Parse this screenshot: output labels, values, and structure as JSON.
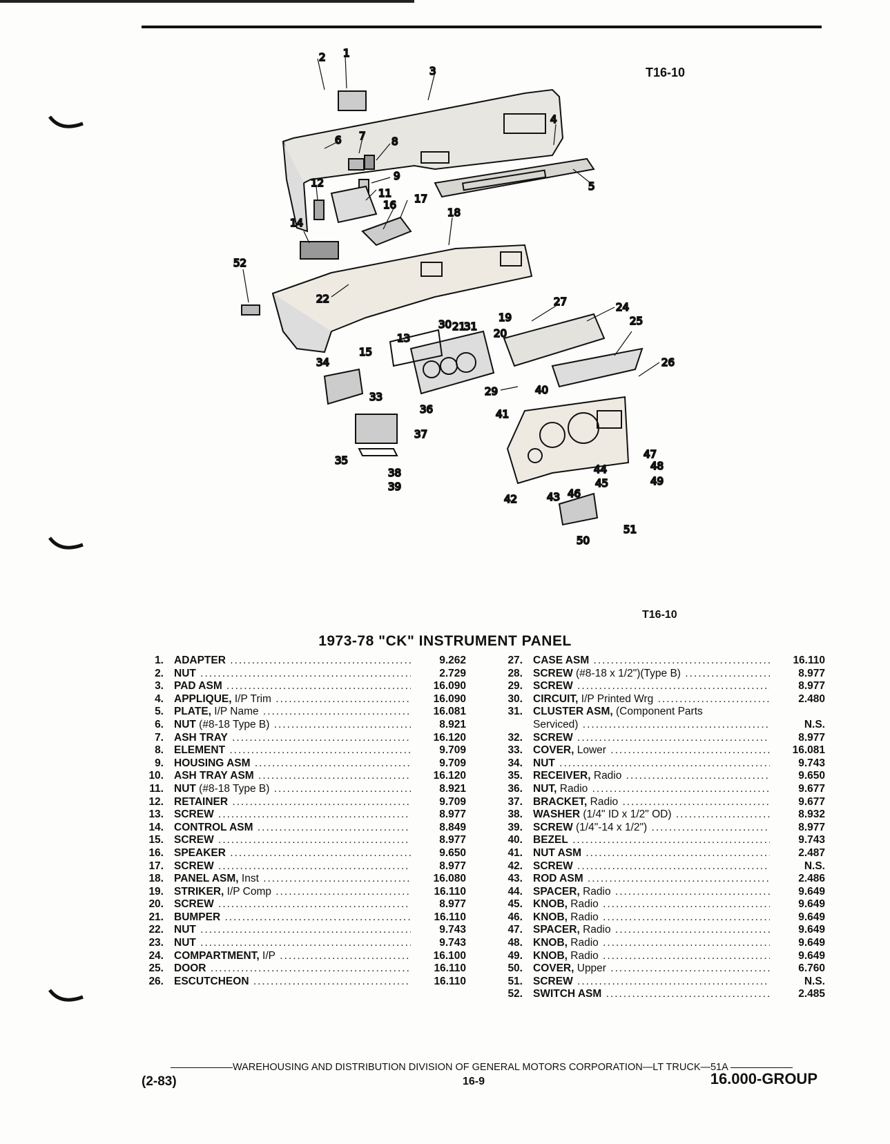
{
  "figure": {
    "code_top": "T16-10",
    "code_bottom": "T16-10",
    "callouts": [
      "1",
      "2",
      "3",
      "4",
      "5",
      "6",
      "7",
      "8",
      "9",
      "11",
      "12",
      "13",
      "14",
      "15",
      "16",
      "17",
      "18",
      "19",
      "20",
      "21",
      "22",
      "24",
      "25",
      "26",
      "27",
      "29",
      "30",
      "31",
      "33",
      "34",
      "35",
      "36",
      "37",
      "38",
      "39",
      "40",
      "41",
      "42",
      "43",
      "44",
      "45",
      "46",
      "47",
      "48",
      "49",
      "50",
      "51",
      "52"
    ]
  },
  "title": "1973-78 \"CK\" INSTRUMENT PANEL",
  "parts_left": [
    {
      "n": "1.",
      "name": "ADAPTER",
      "extra": "",
      "code": "9.262"
    },
    {
      "n": "2.",
      "name": "NUT",
      "extra": "",
      "code": "2.729"
    },
    {
      "n": "3.",
      "name": "PAD ASM",
      "extra": "",
      "code": "16.090"
    },
    {
      "n": "4.",
      "name": "APPLIQUE,",
      "extra": " I/P Trim",
      "code": "16.090"
    },
    {
      "n": "5.",
      "name": "PLATE,",
      "extra": " I/P Name",
      "code": "16.081"
    },
    {
      "n": "6.",
      "name": "NUT",
      "extra": " (#8-18 Type B)",
      "code": "8.921"
    },
    {
      "n": "7.",
      "name": "ASH TRAY",
      "extra": "",
      "code": "16.120"
    },
    {
      "n": "8.",
      "name": "ELEMENT",
      "extra": "",
      "code": "9.709"
    },
    {
      "n": "9.",
      "name": "HOUSING ASM",
      "extra": "",
      "code": "9.709"
    },
    {
      "n": "10.",
      "name": "ASH TRAY ASM",
      "extra": "",
      "code": "16.120"
    },
    {
      "n": "11.",
      "name": "NUT",
      "extra": " (#8-18 Type B)",
      "code": "8.921"
    },
    {
      "n": "12.",
      "name": "RETAINER",
      "extra": "",
      "code": "9.709"
    },
    {
      "n": "13.",
      "name": "SCREW",
      "extra": "",
      "code": "8.977"
    },
    {
      "n": "14.",
      "name": "CONTROL ASM",
      "extra": "",
      "code": "8.849"
    },
    {
      "n": "15.",
      "name": "SCREW",
      "extra": "",
      "code": "8.977"
    },
    {
      "n": "16.",
      "name": "SPEAKER",
      "extra": "",
      "code": "9.650"
    },
    {
      "n": "17.",
      "name": "SCREW",
      "extra": "",
      "code": "8.977"
    },
    {
      "n": "18.",
      "name": "PANEL ASM,",
      "extra": " Inst",
      "code": "16.080"
    },
    {
      "n": "19.",
      "name": "STRIKER,",
      "extra": " I/P Comp",
      "code": "16.110"
    },
    {
      "n": "20.",
      "name": "SCREW",
      "extra": "",
      "code": "8.977"
    },
    {
      "n": "21.",
      "name": "BUMPER",
      "extra": "",
      "code": "16.110"
    },
    {
      "n": "22.",
      "name": "NUT",
      "extra": "",
      "code": "9.743"
    },
    {
      "n": "23.",
      "name": "NUT",
      "extra": "",
      "code": "9.743"
    },
    {
      "n": "24.",
      "name": "COMPARTMENT,",
      "extra": " I/P",
      "code": "16.100"
    },
    {
      "n": "25.",
      "name": "DOOR",
      "extra": "",
      "code": "16.110"
    },
    {
      "n": "26.",
      "name": "ESCUTCHEON",
      "extra": "",
      "code": "16.110"
    }
  ],
  "parts_right": [
    {
      "n": "27.",
      "name": "CASE ASM",
      "extra": "",
      "code": "16.110"
    },
    {
      "n": "28.",
      "name": "SCREW",
      "extra": " (#8-18 x 1/2\")(Type B)",
      "code": "8.977"
    },
    {
      "n": "29.",
      "name": "SCREW",
      "extra": "",
      "code": "8.977"
    },
    {
      "n": "30.",
      "name": "CIRCUIT,",
      "extra": " I/P Printed Wrg",
      "code": "2.480"
    },
    {
      "n": "31.",
      "name": "CLUSTER ASM,",
      "extra": " (Component Parts",
      "code": "",
      "nodots": true
    },
    {
      "n": "",
      "name": "",
      "extra": "Serviced)",
      "code": "N.S."
    },
    {
      "n": "32.",
      "name": "SCREW",
      "extra": "",
      "code": "8.977"
    },
    {
      "n": "33.",
      "name": "COVER,",
      "extra": " Lower",
      "code": "16.081"
    },
    {
      "n": "34.",
      "name": "NUT",
      "extra": "",
      "code": "9.743"
    },
    {
      "n": "35.",
      "name": "RECEIVER,",
      "extra": " Radio",
      "code": "9.650"
    },
    {
      "n": "36.",
      "name": "NUT,",
      "extra": " Radio",
      "code": "9.677"
    },
    {
      "n": "37.",
      "name": "BRACKET,",
      "extra": " Radio",
      "code": "9.677"
    },
    {
      "n": "38.",
      "name": "WASHER",
      "extra": " (1/4\" ID x 1/2\" OD)",
      "code": "8.932"
    },
    {
      "n": "39.",
      "name": "SCREW",
      "extra": " (1/4\"-14 x 1/2\")",
      "code": "8.977"
    },
    {
      "n": "40.",
      "name": "BEZEL",
      "extra": "",
      "code": "9.743"
    },
    {
      "n": "41.",
      "name": "NUT ASM",
      "extra": "",
      "code": "2.487"
    },
    {
      "n": "42.",
      "name": "SCREW",
      "extra": "",
      "code": "N.S."
    },
    {
      "n": "43.",
      "name": "ROD ASM",
      "extra": "",
      "code": "2.486"
    },
    {
      "n": "44.",
      "name": "SPACER,",
      "extra": " Radio",
      "code": "9.649"
    },
    {
      "n": "45.",
      "name": "KNOB,",
      "extra": " Radio",
      "code": "9.649"
    },
    {
      "n": "46.",
      "name": "KNOB,",
      "extra": " Radio",
      "code": "9.649"
    },
    {
      "n": "47.",
      "name": "SPACER,",
      "extra": " Radio",
      "code": "9.649"
    },
    {
      "n": "48.",
      "name": "KNOB,",
      "extra": " Radio",
      "code": "9.649"
    },
    {
      "n": "49.",
      "name": "KNOB,",
      "extra": " Radio",
      "code": "9.649"
    },
    {
      "n": "50.",
      "name": "COVER,",
      "extra": " Upper",
      "code": "6.760"
    },
    {
      "n": "51.",
      "name": "SCREW",
      "extra": "",
      "code": "N.S."
    },
    {
      "n": "52.",
      "name": "SWITCH ASM",
      "extra": "",
      "code": "2.485"
    }
  ],
  "footer": {
    "division": "WAREHOUSING AND DISTRIBUTION  DIVISION OF GENERAL MOTORS CORPORATION—LT TRUCK—51A",
    "date": "(2-83)",
    "page": "16-9",
    "group": "16.000-GROUP"
  }
}
